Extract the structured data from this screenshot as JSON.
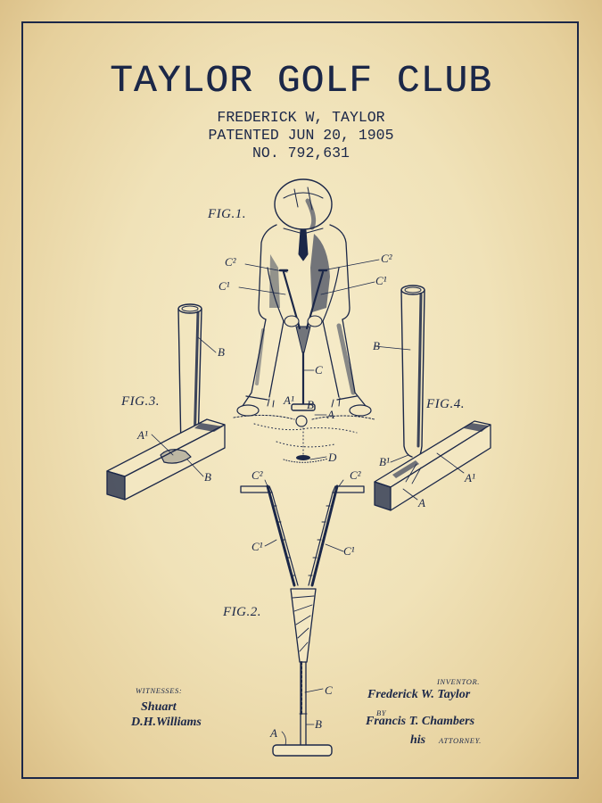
{
  "title": "TAYLOR GOLF CLUB",
  "inventor": "FREDERICK W, TAYLOR",
  "patent_date": "PATENTED JUN 20, 1905",
  "patent_number": "NO. 792,631",
  "colors": {
    "ink": "#1b2748",
    "paper_center": "#f6ecca",
    "paper_edge": "#d6b87e"
  },
  "figures": {
    "fig1": {
      "label": "FIG.1.",
      "refs": [
        "C²",
        "C²",
        "C¹",
        "C¹",
        "C",
        "A¹",
        "B",
        "A",
        "D"
      ]
    },
    "fig2": {
      "label": "FIG.2.",
      "refs": [
        "C²",
        "C²",
        "C¹",
        "C¹",
        "C",
        "B",
        "A"
      ]
    },
    "fig3": {
      "label": "FIG.3.",
      "refs": [
        "B",
        "A¹",
        "B"
      ]
    },
    "fig4": {
      "label": "FIG.4.",
      "refs": [
        "B",
        "B¹",
        "A¹",
        "A"
      ]
    }
  },
  "signatures": {
    "witnesses_label": "WITNESSES:",
    "witness1": "Shuart",
    "witness2": "D.H.Williams",
    "inventor_label": "INVENTOR.",
    "inventor_sig": "Frederick W. Taylor",
    "by_label": "BY",
    "attorney_sig": "Francis T. Chambers",
    "attorney_sub": "his",
    "attorney_label": "ATTORNEY."
  }
}
